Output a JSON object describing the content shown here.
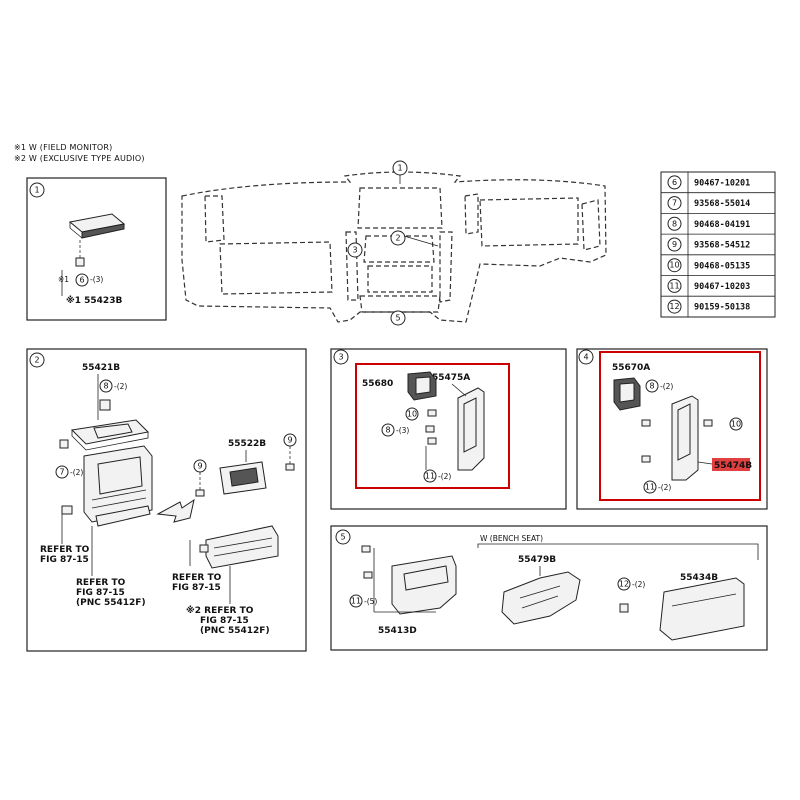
{
  "notes": [
    "※1 W (FIELD MONITOR)",
    "※2 W (EXCLUSIVE TYPE AUDIO)"
  ],
  "overview": {
    "callouts": [
      "1",
      "2",
      "3",
      "5"
    ]
  },
  "legend": [
    {
      "num": "6",
      "part": "90467-10201"
    },
    {
      "num": "7",
      "part": "93568-55014"
    },
    {
      "num": "8",
      "part": "90468-04191"
    },
    {
      "num": "9",
      "part": "93568-54512"
    },
    {
      "num": "10",
      "part": "90468-05135"
    },
    {
      "num": "11",
      "part": "90467-10203"
    },
    {
      "num": "12",
      "part": "90159-50138"
    }
  ],
  "panel1": {
    "num": "1",
    "callout_mark": "※1",
    "callout_num": "6",
    "callout_qty": "-(3)",
    "part_label": "※1 55423B"
  },
  "panel2": {
    "num": "2",
    "part_top": "55421B",
    "c8_num": "8",
    "c8_qty": "-(2)",
    "c7_num": "7",
    "c7_qty": "-(2)",
    "part_right": "55522B",
    "c9a": "9",
    "c9b": "9",
    "refer1": [
      "REFER TO",
      "FIG 87-15"
    ],
    "refer2": [
      "REFER TO",
      "FIG 87-15",
      "(PNC 55412F)"
    ],
    "refer3": [
      "REFER TO",
      "FIG 87-15"
    ],
    "refer4": [
      "※2 REFER TO",
      "FIG 87-15",
      "(PNC 55412F)"
    ]
  },
  "panel3": {
    "num": "3",
    "p1": "55680",
    "p2": "55475A",
    "c10": "10",
    "c8": "8",
    "c8_qty": "-(3)",
    "c11": "11",
    "c11_qty": "-(2)"
  },
  "panel4": {
    "num": "4",
    "p1": "55670A",
    "c8": "8",
    "c8_qty": "-(2)",
    "c10": "10",
    "c11": "11",
    "c11_qty": "-(2)",
    "p2": "55474B",
    "highlight": "#e04040",
    "frame_color": "#cc0000"
  },
  "panel5": {
    "num": "5",
    "c11": "11",
    "c11_qty": "-(5)",
    "p1": "55413D",
    "bench": "W (BENCH SEAT)",
    "p2": "55479B",
    "c12": "12",
    "c12_qty": "-(2)",
    "p3": "55434B"
  }
}
